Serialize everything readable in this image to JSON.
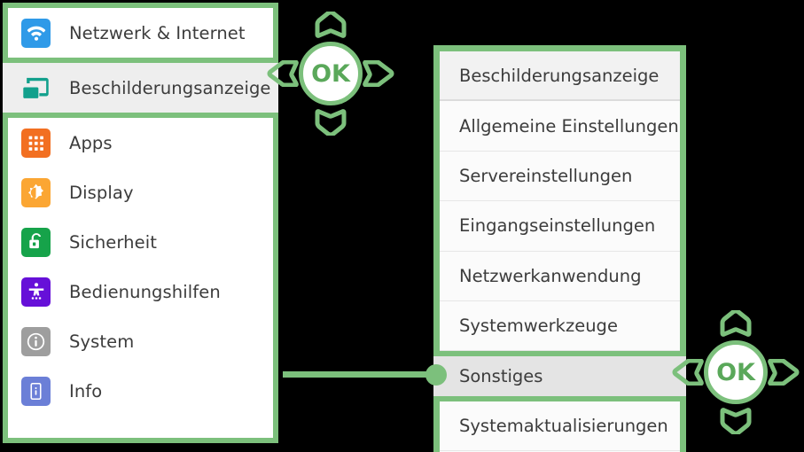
{
  "sidebar": {
    "items": [
      {
        "label": "Netzwerk & Internet",
        "icon": "wifi-icon",
        "icon_bg": "#2f9ae8",
        "selected": false
      },
      {
        "label": "Beschilderungsanzeige",
        "icon": "signage-cast-icon",
        "icon_bg": "transparent",
        "selected": true
      },
      {
        "label": "Apps",
        "icon": "apps-grid-icon",
        "icon_bg": "#f26f21",
        "selected": false
      },
      {
        "label": "Display",
        "icon": "brightness-icon",
        "icon_bg": "#fba633",
        "selected": false
      },
      {
        "label": "Sicherheit",
        "icon": "unlocked-lock-icon",
        "icon_bg": "#16a34a",
        "selected": false
      },
      {
        "label": "Bedienungshilfen",
        "icon": "accessibility-icon",
        "icon_bg": "#6610d8",
        "selected": false
      },
      {
        "label": "System",
        "icon": "info-circle-icon",
        "icon_bg": "#9e9e9e",
        "selected": false
      },
      {
        "label": "Info",
        "icon": "device-info-icon",
        "icon_bg": "#6b7fd7",
        "selected": false
      }
    ]
  },
  "right_panel": {
    "items": [
      {
        "label": "Beschilderungsanzeige",
        "role": "header",
        "selected": false
      },
      {
        "label": "Allgemeine Einstellungen",
        "role": "item",
        "selected": false
      },
      {
        "label": "Servereinstellungen",
        "role": "item",
        "selected": false
      },
      {
        "label": "Eingangseinstellungen",
        "role": "item",
        "selected": false
      },
      {
        "label": "Netzwerkanwendung",
        "role": "item",
        "selected": false
      },
      {
        "label": "Systemwerkzeuge",
        "role": "item",
        "selected": false
      },
      {
        "label": "Sonstiges",
        "role": "item",
        "selected": true
      },
      {
        "label": "Systemaktualisierungen",
        "role": "item",
        "selected": false
      }
    ]
  },
  "dpads": [
    {
      "id": "dpad-top",
      "ok_label": "OK",
      "arrows": [
        "up",
        "right",
        "down",
        "left"
      ]
    },
    {
      "id": "dpad-bottom",
      "ok_label": "OK",
      "arrows": [
        "up",
        "right",
        "down",
        "left"
      ]
    }
  ],
  "colors": {
    "accent_green": "#7cc07c",
    "ok_text_green": "#5aa85a",
    "background": "#000000",
    "panel_bg": "#ffffff",
    "selected_bg": "#e4e4e4",
    "text": "#3c3c3c"
  },
  "connector": {
    "name": "connector-line-sidebar-to-sonstiges"
  }
}
